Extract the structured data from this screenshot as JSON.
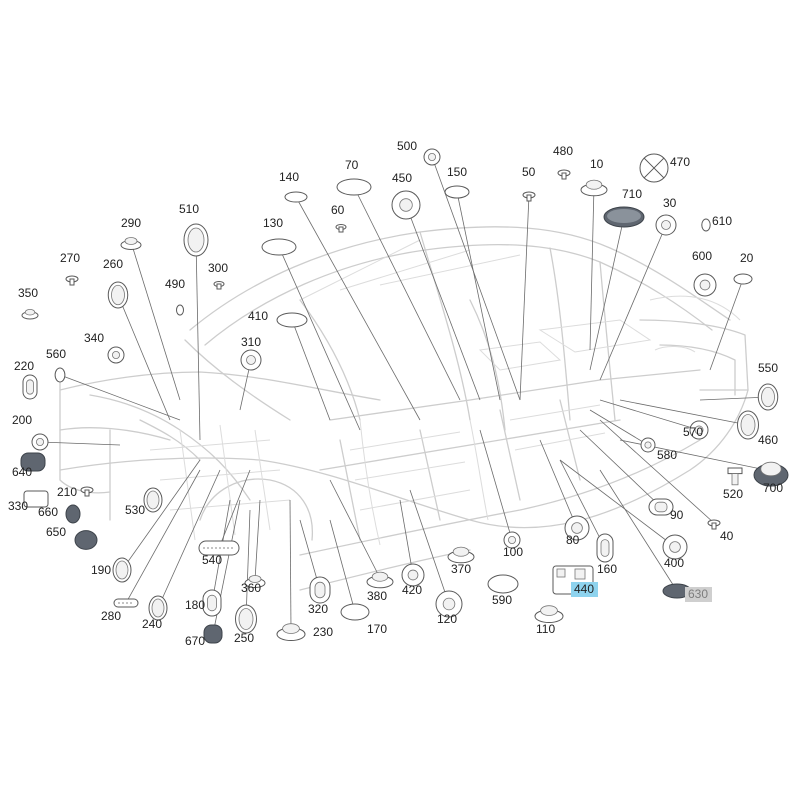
{
  "diagram": {
    "callouts": [
      {
        "label": "500"
      },
      {
        "label": "480"
      },
      {
        "label": "10"
      },
      {
        "label": "470"
      },
      {
        "label": "70"
      },
      {
        "label": "450"
      },
      {
        "label": "150"
      },
      {
        "label": "50"
      },
      {
        "label": "710"
      },
      {
        "label": "140"
      },
      {
        "label": "60"
      },
      {
        "label": "30"
      },
      {
        "label": "610"
      },
      {
        "label": "510"
      },
      {
        "label": "290"
      },
      {
        "label": "130"
      },
      {
        "label": "600"
      },
      {
        "label": "20"
      },
      {
        "label": "270"
      },
      {
        "label": "260"
      },
      {
        "label": "490"
      },
      {
        "label": "300"
      },
      {
        "label": "350"
      },
      {
        "label": "410"
      },
      {
        "label": "340"
      },
      {
        "label": "310"
      },
      {
        "label": "560"
      },
      {
        "label": "220"
      },
      {
        "label": "550"
      },
      {
        "label": "570"
      },
      {
        "label": "200"
      },
      {
        "label": "460"
      },
      {
        "label": "580"
      },
      {
        "label": "640"
      },
      {
        "label": "520"
      },
      {
        "label": "700"
      },
      {
        "label": "210"
      },
      {
        "label": "330"
      },
      {
        "label": "660"
      },
      {
        "label": "530"
      },
      {
        "label": "650"
      },
      {
        "label": "90"
      },
      {
        "label": "40"
      },
      {
        "label": "80"
      },
      {
        "label": "400"
      },
      {
        "label": "100"
      },
      {
        "label": "160"
      },
      {
        "label": "190"
      },
      {
        "label": "540"
      },
      {
        "label": "370"
      },
      {
        "label": "420"
      },
      {
        "label": "380"
      },
      {
        "label": "590"
      },
      {
        "label": "440",
        "highlight": true
      },
      {
        "label": "630",
        "muted": true
      },
      {
        "label": "280"
      },
      {
        "label": "360"
      },
      {
        "label": "240"
      },
      {
        "label": "180"
      },
      {
        "label": "320"
      },
      {
        "label": "120"
      },
      {
        "label": "170"
      },
      {
        "label": "110"
      },
      {
        "label": "230"
      },
      {
        "label": "670"
      },
      {
        "label": "250"
      }
    ]
  }
}
